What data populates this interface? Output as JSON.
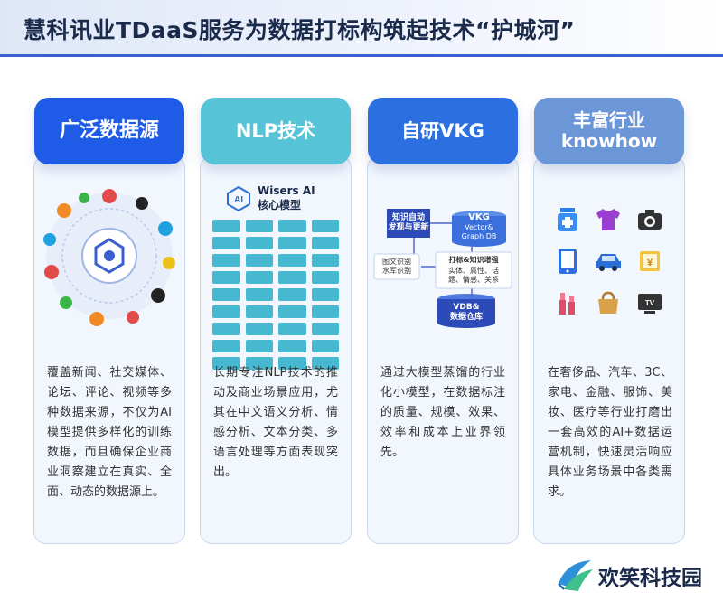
{
  "title": "慧科讯业TDaaS服务为数据打标构筑起技术“护城河”",
  "cards": [
    {
      "heading": "广泛数据源",
      "description": "覆盖新闻、社交媒体、论坛、评论、视频等多种数据来源，不仅为AI模型提供多样化的训练数据，而且确保企业商业洞察建立在真实、全面、动态的数据源上。"
    },
    {
      "heading": "NLP技术",
      "model_name": "Wisers AI",
      "model_sub": "核心模型",
      "description": "长期专注NLP技术的推动及商业场景应用，尤其在中文语义分析、情感分析、文本分类、多语言处理等方面表现突出。"
    },
    {
      "heading": "自研VKG",
      "diagram": {
        "discover": "知识自动\n发现与更新",
        "vkg": "VKG",
        "vkg_sub": "Vector&\nGraph DB",
        "input": "图文识别\n水军识别",
        "enhance": "打标&知识增强",
        "enhance_sub": "实体、属性、话\n题、情感、关系",
        "db": "VDB&\n数据仓库"
      },
      "description": "通过大模型蒸馏的行业化小模型，在数据标注的质量、规模、效果、效率和成本上业界领先。"
    },
    {
      "heading_line1": "丰富行业",
      "heading_line2": "knowhow",
      "icons": [
        "medicine-icon",
        "shirt-icon",
        "camera-icon",
        "tablet-icon",
        "car-icon",
        "finance-icon",
        "cosmetics-icon",
        "handbag-icon",
        "tv-icon"
      ],
      "description": "在奢侈品、汽车、3C、家电、金融、服饰、美妆、医疗等行业打磨出一套高效的AI+数据运营机制，快速灵活响应具体业务场景中各类需求。"
    }
  ],
  "footer": {
    "brand": "欢笑科技园"
  },
  "colors": {
    "primary": "#1e5ce8",
    "teal": "#57c3d6",
    "soft_blue": "#6b96d8"
  }
}
